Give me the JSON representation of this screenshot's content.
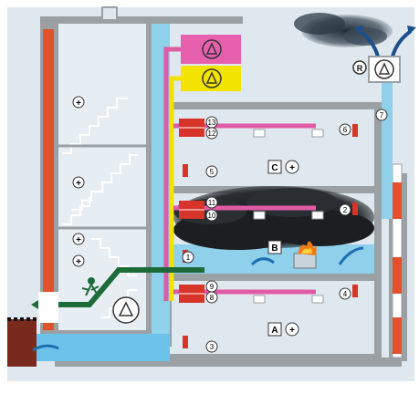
{
  "colors": {
    "background": "#dfe8ee",
    "wall": "#9aa0a4",
    "wall_dark": "#6f7478",
    "fire_stripe": "#e2502d",
    "shaft_blue": "#8fd0ea",
    "pink_duct": "#e05aa6",
    "yellow_duct": "#f2e200",
    "smoke": "#1c1e22",
    "exit_green": "#1e6b3a",
    "water_blue": "#6cc3ea",
    "damper_red": "#d8342a",
    "ground_brown": "#7a2a1c",
    "fire_orange": "#f07a18"
  },
  "fans": [
    {
      "id": "supply-fan-pink",
      "icon": "fan-icon",
      "color": "#e760ad"
    },
    {
      "id": "supply-fan-yellow",
      "icon": "fan-icon",
      "color": "#f2e400"
    },
    {
      "id": "smoke-exhaust-fan",
      "icon": "fan-icon",
      "label": "R"
    },
    {
      "id": "stair-pressurization-fan",
      "icon": "fan-icon"
    }
  ],
  "zones": [
    {
      "label": "A",
      "pressure": "+"
    },
    {
      "label": "B"
    },
    {
      "label": "C",
      "pressure": "+"
    }
  ],
  "stair_markers": [
    "+",
    "+",
    "+",
    "+"
  ],
  "numbered_dampers": [
    "1",
    "2",
    "3",
    "4",
    "5",
    "6",
    "7",
    "8",
    "9",
    "10",
    "11",
    "12",
    "13"
  ]
}
